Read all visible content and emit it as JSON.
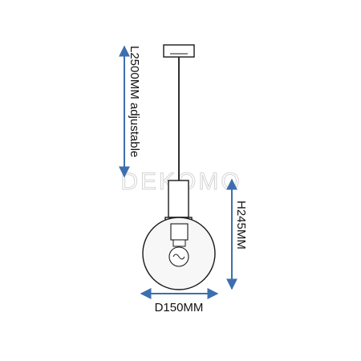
{
  "diagram": {
    "watermark": "DEKOMO",
    "labels": {
      "cable_length": "L2500MM adjustable",
      "height": "H245MM",
      "diameter": "D150MM"
    },
    "colors": {
      "arrow": "#3d6fae",
      "line": "#1a1a1a",
      "globe_fill": "#f7f7f7"
    }
  }
}
